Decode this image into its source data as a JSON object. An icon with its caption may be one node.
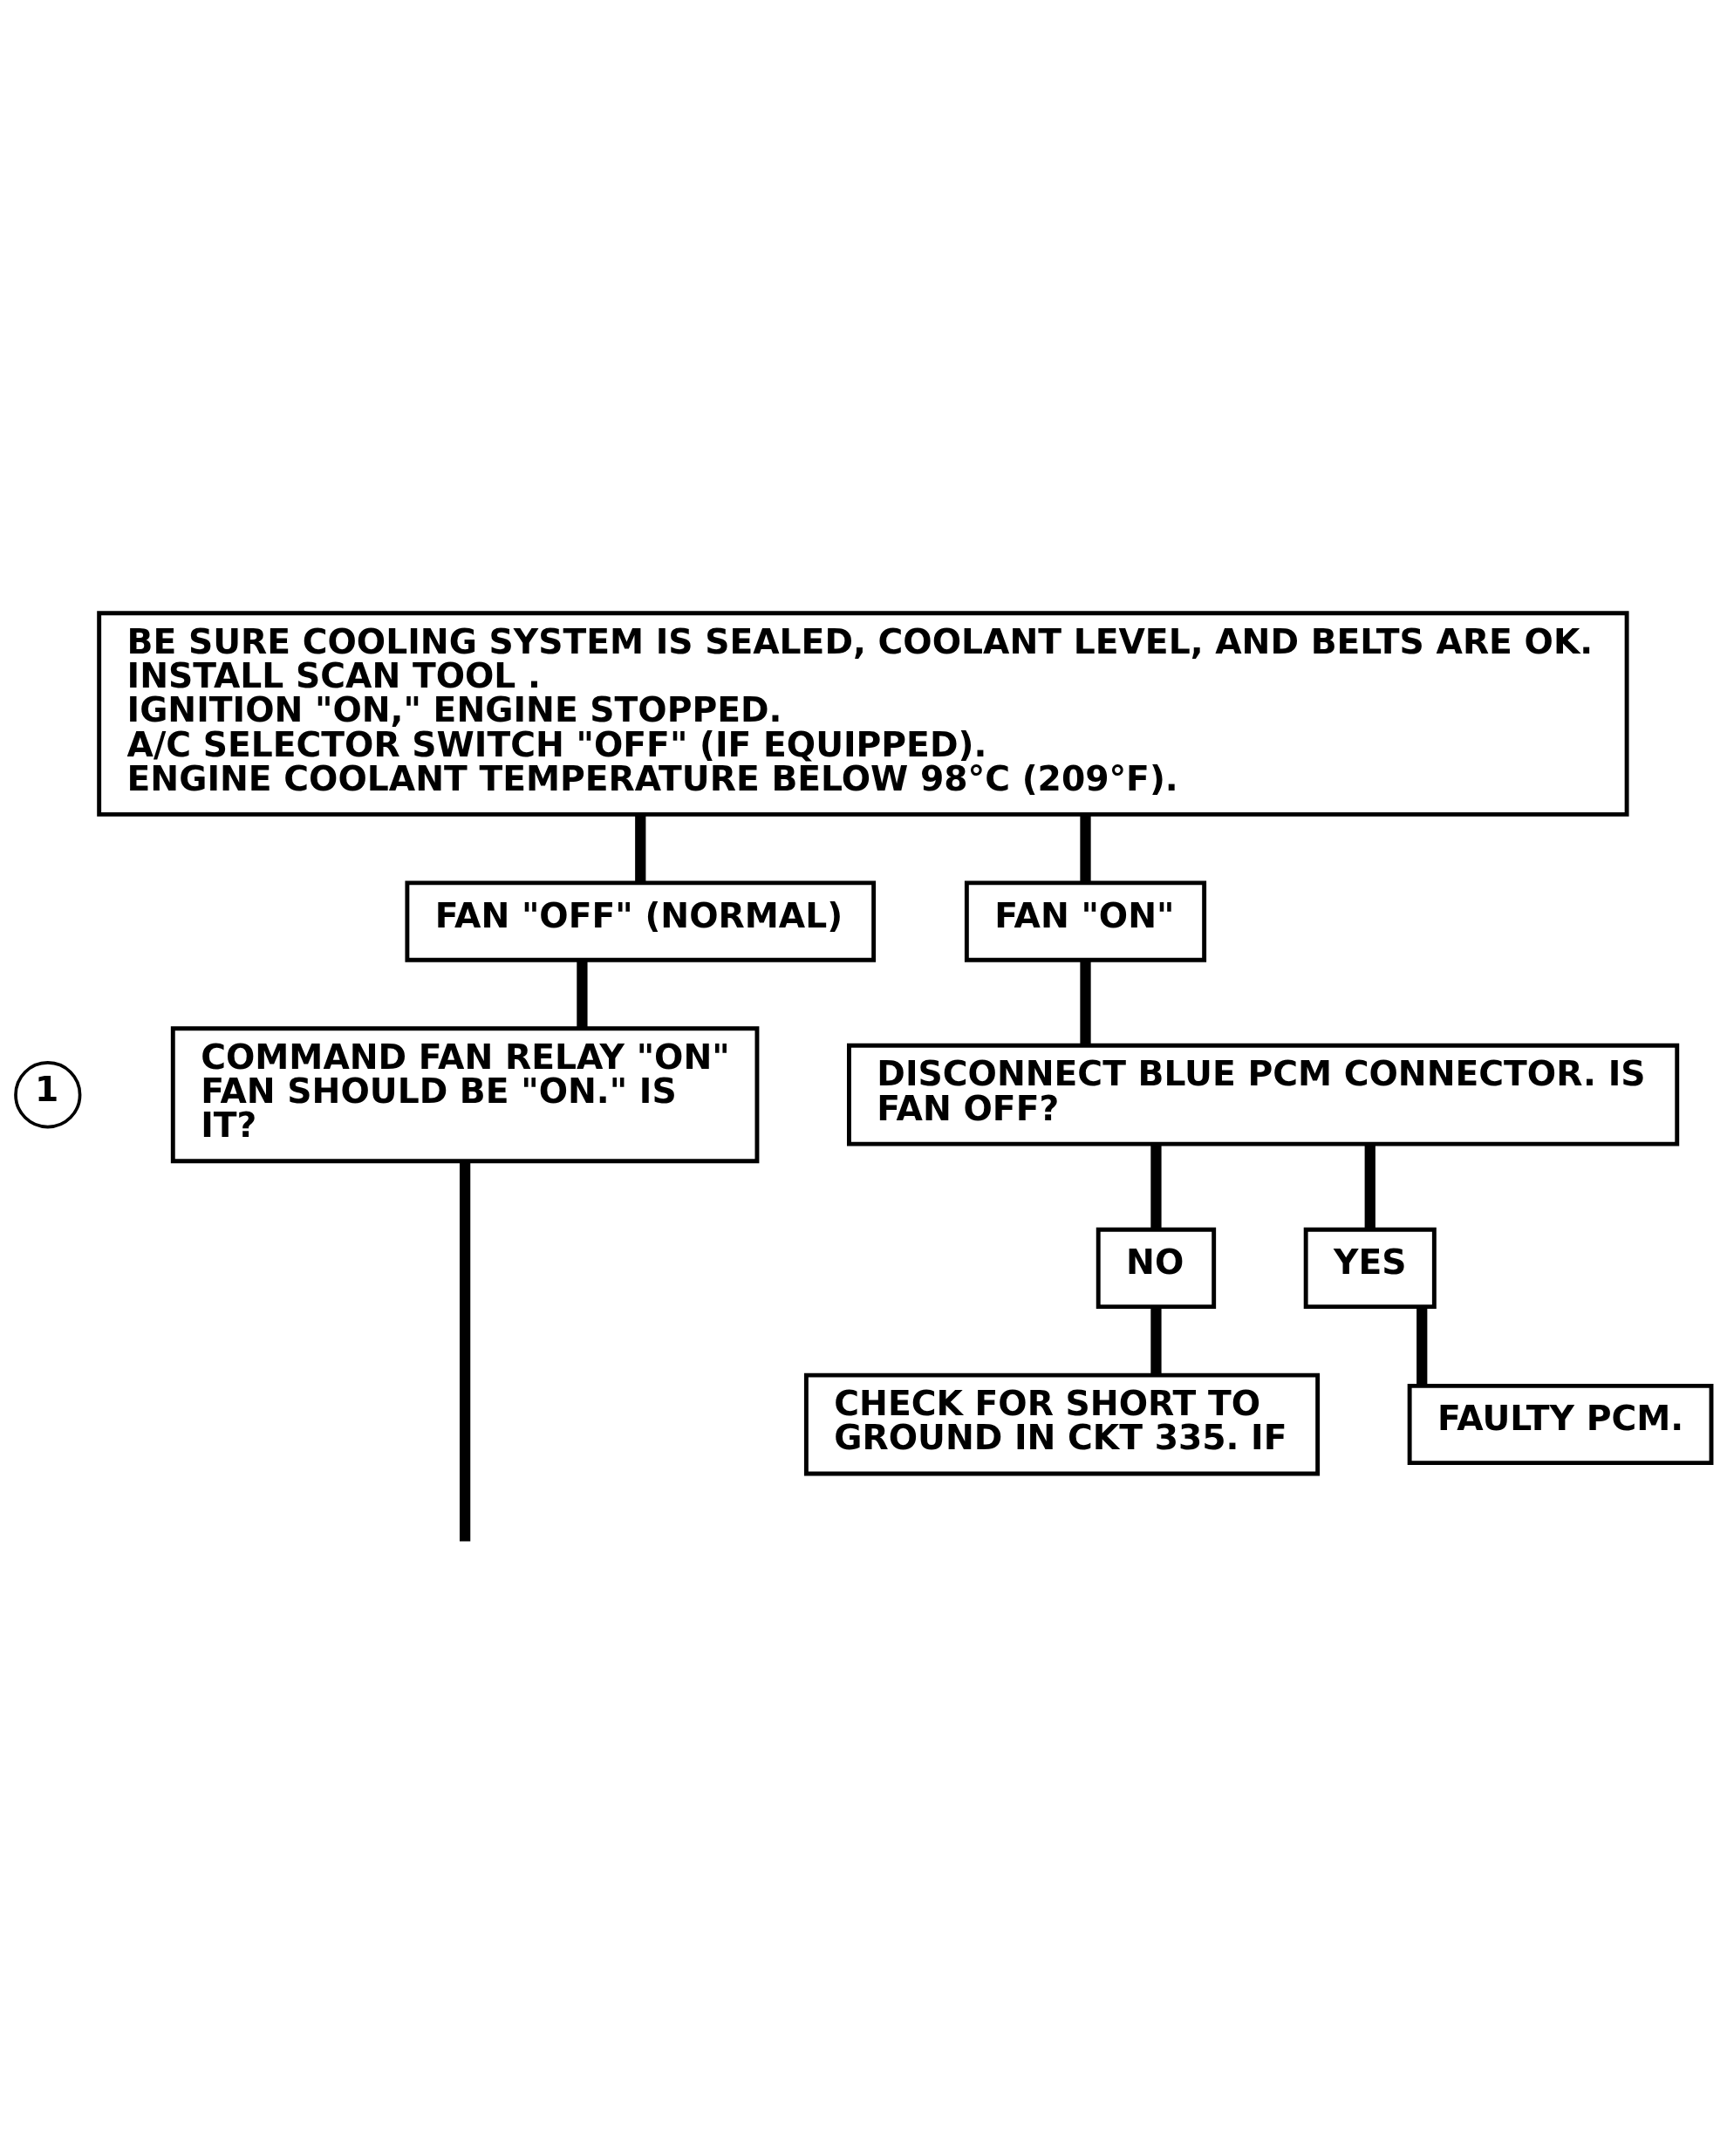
{
  "diagram": {
    "nodes": [
      {
        "text": [
          "BE SURE COOLING SYSTEM IS SEALED, COOLANT LEVEL, AND BELTS ARE OK.",
          "INSTALL SCAN TOOL .",
          "IGNITION \"ON,\" ENGINE STOPPED.",
          "A/C SELECTOR SWITCH \"OFF\" (IF EQUIPPED).",
          "ENGINE COOLANT TEMPERATURE BELOW 98°C (209°F)."
        ]
      },
      {
        "text": [
          "FAN \"OFF\" (NORMAL)"
        ]
      },
      {
        "text": [
          "FAN \"ON\""
        ]
      },
      {
        "text": [
          "COMMAND FAN RELAY \"ON\" FAN SHOULD BE \"ON.\" IS IT?"
        ],
        "beside": [
          "1"
        ]
      },
      {
        "text": [
          "DISCONNECT BLUE PCM CONNECTOR. IS FAN OFF?"
        ]
      },
      {
        "text": [
          "NO"
        ]
      },
      {
        "text": [
          "YES"
        ]
      },
      {
        "text": [
          "CHECK FOR SHORT TO GROUND IN CKT 335. IF"
        ]
      },
      {
        "text": [
          "FAULTY PCM."
        ]
      }
    ],
    "edges": [
      {
        "from": 0,
        "to": 1,
        "arrow": "none"
      },
      {
        "from": 0,
        "to": 2,
        "arrow": "none"
      },
      {
        "from": 1,
        "to": 3,
        "arrow": "none"
      },
      {
        "from": 2,
        "to": 4,
        "arrow": "none"
      },
      {
        "from": 3,
        "to": null,
        "arrow": "none"
      },
      {
        "from": 4,
        "to": 5,
        "arrow": "none"
      },
      {
        "from": 4,
        "to": 6,
        "arrow": "none"
      },
      {
        "from": 5,
        "to": 7,
        "arrow": "none"
      },
      {
        "from": 6,
        "to": 8,
        "arrow": "none"
      }
    ]
  }
}
